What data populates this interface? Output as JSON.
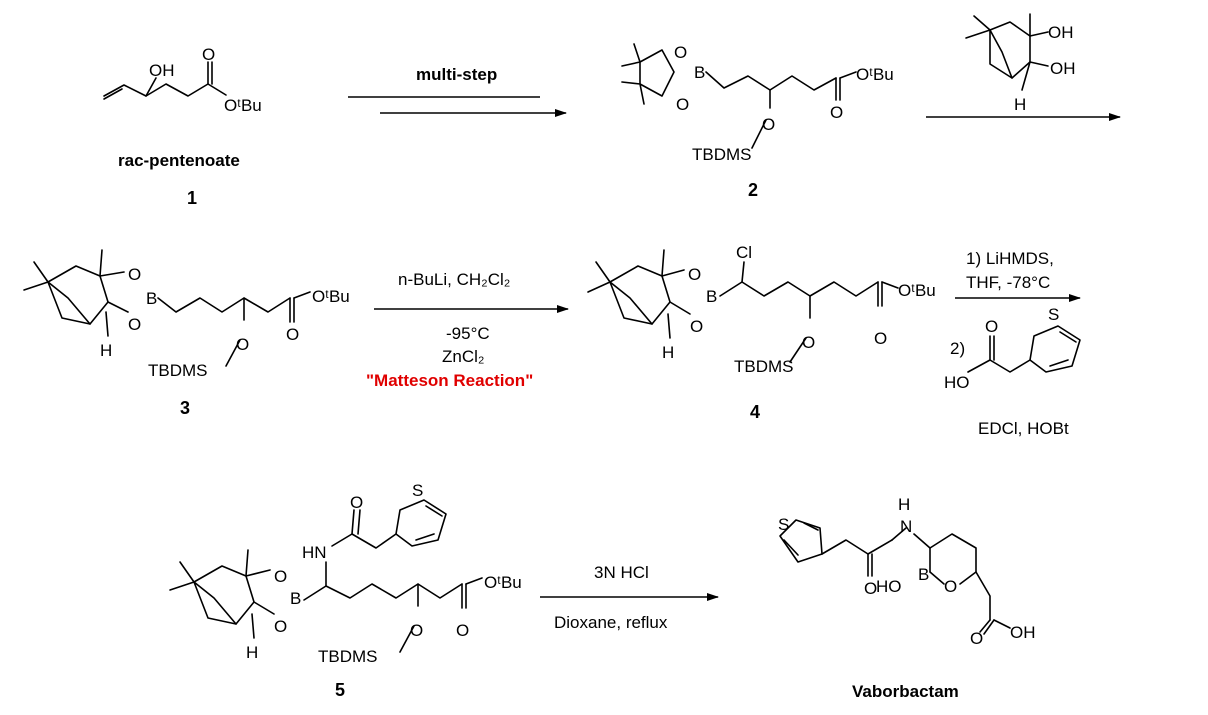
{
  "compounds": {
    "c1": {
      "number": "1",
      "name": "rac-pentenoate",
      "oh": "OH",
      "obu": "OᵗBu"
    },
    "c2": {
      "number": "2",
      "tbdms": "TBDMS",
      "o": "O",
      "b": "B",
      "ester_o": "O",
      "obu": "OᵗBu"
    },
    "c3": {
      "number": "3",
      "tbdms": "TBDMS",
      "o": "O",
      "b": "B",
      "h": "H",
      "ester_o": "O",
      "obu": "OᵗBu"
    },
    "c4": {
      "number": "4",
      "tbdms": "TBDMS",
      "o": "O",
      "b": "B",
      "h": "H",
      "cl": "Cl",
      "ester_o": "O",
      "obu": "OᵗBu"
    },
    "c5": {
      "number": "5",
      "tbdms": "TBDMS",
      "o": "O",
      "b": "B",
      "h": "H",
      "hn": "HN",
      "s": "S",
      "ester_o": "O",
      "obu": "OᵗBu"
    },
    "vabor": {
      "name": "Vaborbactam",
      "s": "S",
      "h": "H",
      "n": "N",
      "ho": "HO",
      "b": "B",
      "o": "O",
      "oh": "OH"
    },
    "pinanediol": {
      "oh1": "OH",
      "oh2": "OH",
      "h": "H"
    },
    "thiopheneacetic": {
      "s": "S",
      "ho": "HO",
      "o": "O"
    }
  },
  "arrows": {
    "a1": {
      "top": "multi-step"
    },
    "a3_top": "n-BuLi, CH₂Cl₂",
    "a3_mid1": "-95°C",
    "a3_mid2": "ZnCl₂",
    "a3_name": "\"Matteson Reaction\"",
    "a4_l1": "1) LiHMDS,",
    "a4_l2": "THF, -78°C",
    "a4_l3": "2)",
    "a4_l4": "EDCl, HOBt",
    "a5_top": "3N HCl",
    "a5_bottom": "Dioxane, reflux"
  },
  "colors": {
    "accent_red": "#e00000"
  }
}
